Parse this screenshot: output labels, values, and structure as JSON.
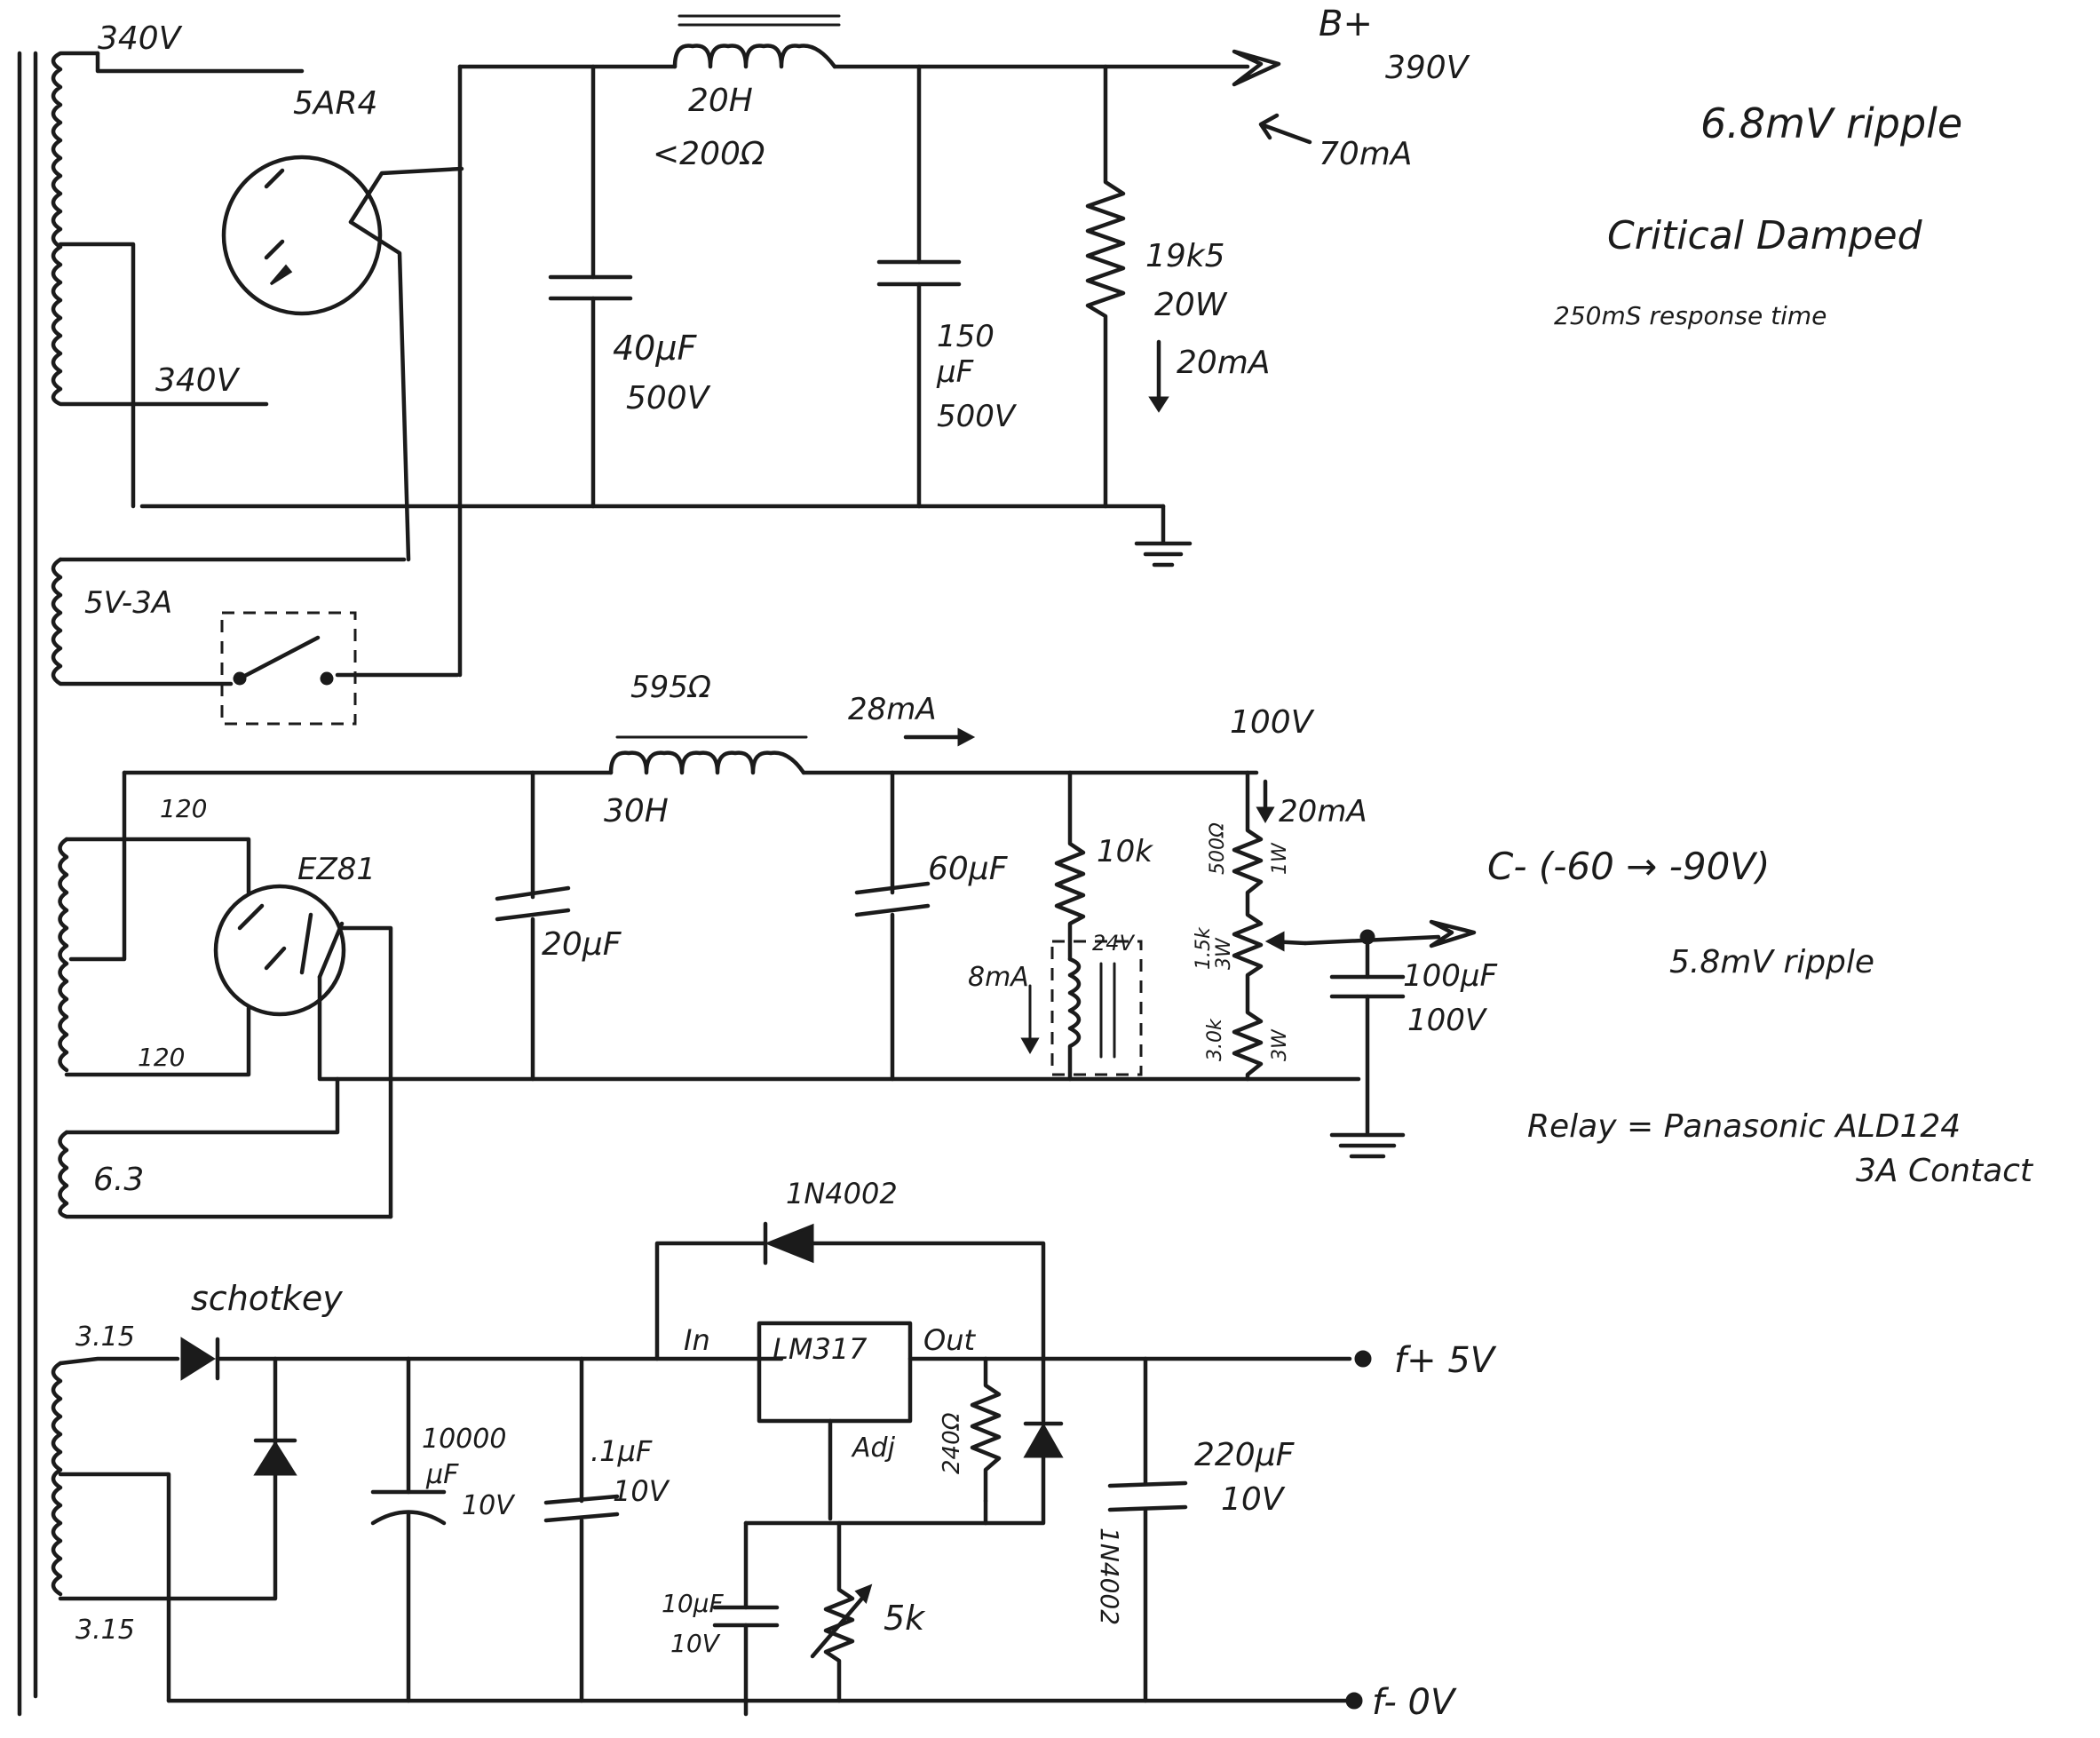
{
  "hv_supply": {
    "secondary_top_voltage": "340V",
    "secondary_bottom_voltage": "340V",
    "rectifier": "5AR4",
    "choke": "20H",
    "choke_dcr": "<200Ω",
    "cap1_value": "40μF",
    "cap1_rating": "500V",
    "cap2_value_a": "150",
    "cap2_value_b": "μF",
    "cap2_rating": "500V",
    "bleeder_value": "19k5",
    "bleeder_power": "20W",
    "bleeder_current": "20mA",
    "output_name": "B+",
    "output_voltage": "390V",
    "output_current": "70mA",
    "heater_winding": "5V-3A"
  },
  "bias_supply": {
    "choke_dcr": "595Ω",
    "choke": "30H",
    "current": "28mA",
    "rail_voltage": "100V",
    "winding_label_top": "120",
    "winding_label_bottom": "120",
    "rectifier": "EZ81",
    "cap1": "20μF",
    "cap2": "60μF",
    "relay_resistor": "10k",
    "relay_voltage": "24V",
    "relay_current": "8mA",
    "divider_current": "20mA",
    "res_top_value": "500Ω",
    "res_top_power": "1W",
    "pot_value": "1.5k",
    "pot_power": "3W",
    "res_bottom_value": "3.0k",
    "res_bottom_power": "3W",
    "output_cap_value": "100μF",
    "output_cap_rating": "100V",
    "heater_winding": "6.3",
    "output_label": "C- (-60 → -90V)"
  },
  "filament_supply": {
    "winding_top": "3.15",
    "winding_bottom": "3.15",
    "diode_label": "schotkey",
    "top_diode": "1N4002",
    "cap_big_value": "10000",
    "cap_big_unit": "μF",
    "cap_big_rating": "10V",
    "cap_small_value": ".1μF",
    "cap_small_rating": "10V",
    "regulator": "LM317",
    "pin_in": "In",
    "pin_out": "Out",
    "pin_adj": "Adj",
    "res_240": "240Ω",
    "side_diode": "1N4002",
    "cap_out_value": "220μF",
    "cap_out_rating": "10V",
    "cap_adj_value": "10μF",
    "cap_adj_rating": "10V",
    "pot": "5k",
    "out_pos": "f+ 5V",
    "out_neg": "f- 0V"
  },
  "notes": {
    "ripple_hv": "6.8mV ripple",
    "damping": "Critical Damped",
    "response": "250mS response time",
    "ripple_bias": "5.8mV ripple",
    "relay_line1": "Relay = Panasonic   ALD124",
    "relay_line2": "3A Contact"
  }
}
